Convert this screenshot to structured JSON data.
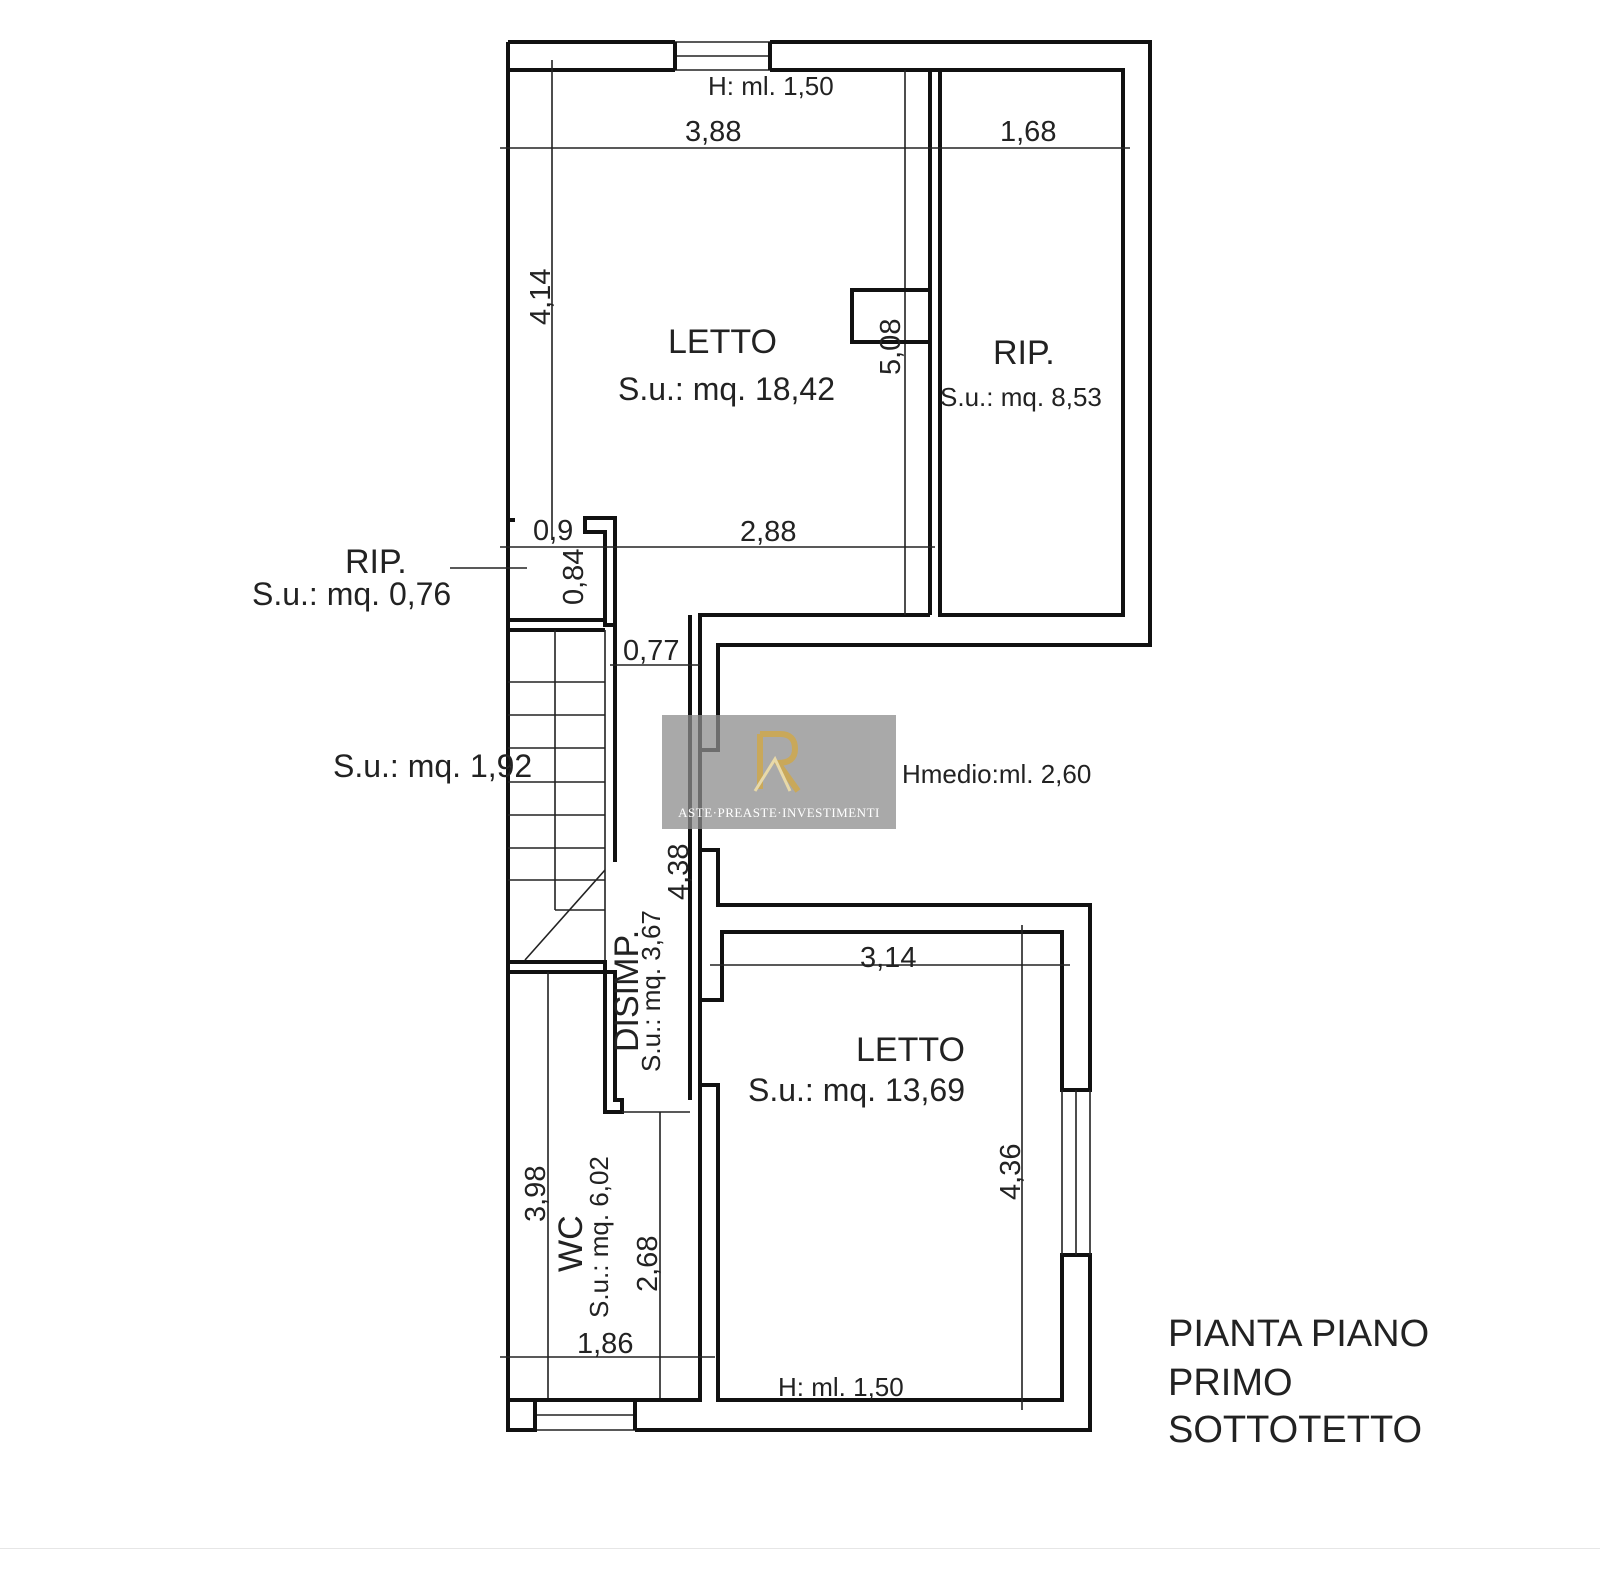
{
  "plan": {
    "title_lines": [
      "PIANTA PIANO",
      "PRIMO",
      "SOTTOTETTO"
    ],
    "rooms": {
      "letto_1": {
        "name": "LETTO",
        "area": "S.u.: mq. 18,42"
      },
      "rip_1": {
        "name": "RIP.",
        "area": "S.u.: mq. 8,53"
      },
      "rip_2": {
        "name": "RIP.",
        "area": "S.u.: mq. 0,76"
      },
      "stairs": {
        "area": "S.u.: mq. 1,92"
      },
      "disimp": {
        "name": "DISIMP.",
        "area": "S.u.: mq. 3,67"
      },
      "letto_2": {
        "name": "LETTO",
        "area": "S.u.: mq. 13,69"
      },
      "wc": {
        "name": "WC",
        "area": "S.u.: mq. 6,02"
      }
    },
    "heights": {
      "top": "H:    ml. 1,50",
      "middle": "Hmedio:ml. 2,60",
      "bottom": "H:    ml. 1,50"
    },
    "dimensions": {
      "d388": "3,88",
      "d168": "1,68",
      "d414": "4,14",
      "d508": "5,08",
      "d09": "0,9",
      "d084": "0,84",
      "d288": "2,88",
      "d077": "0,77",
      "d438": "4,38",
      "d314": "3,14",
      "d436": "4,36",
      "d398": "3,98",
      "d268": "2,68",
      "d186": "1,86"
    }
  },
  "watermark": {
    "text": "ASTE·PREASTE·INVESTIMENTI",
    "brand_color": "#c9a85a"
  }
}
